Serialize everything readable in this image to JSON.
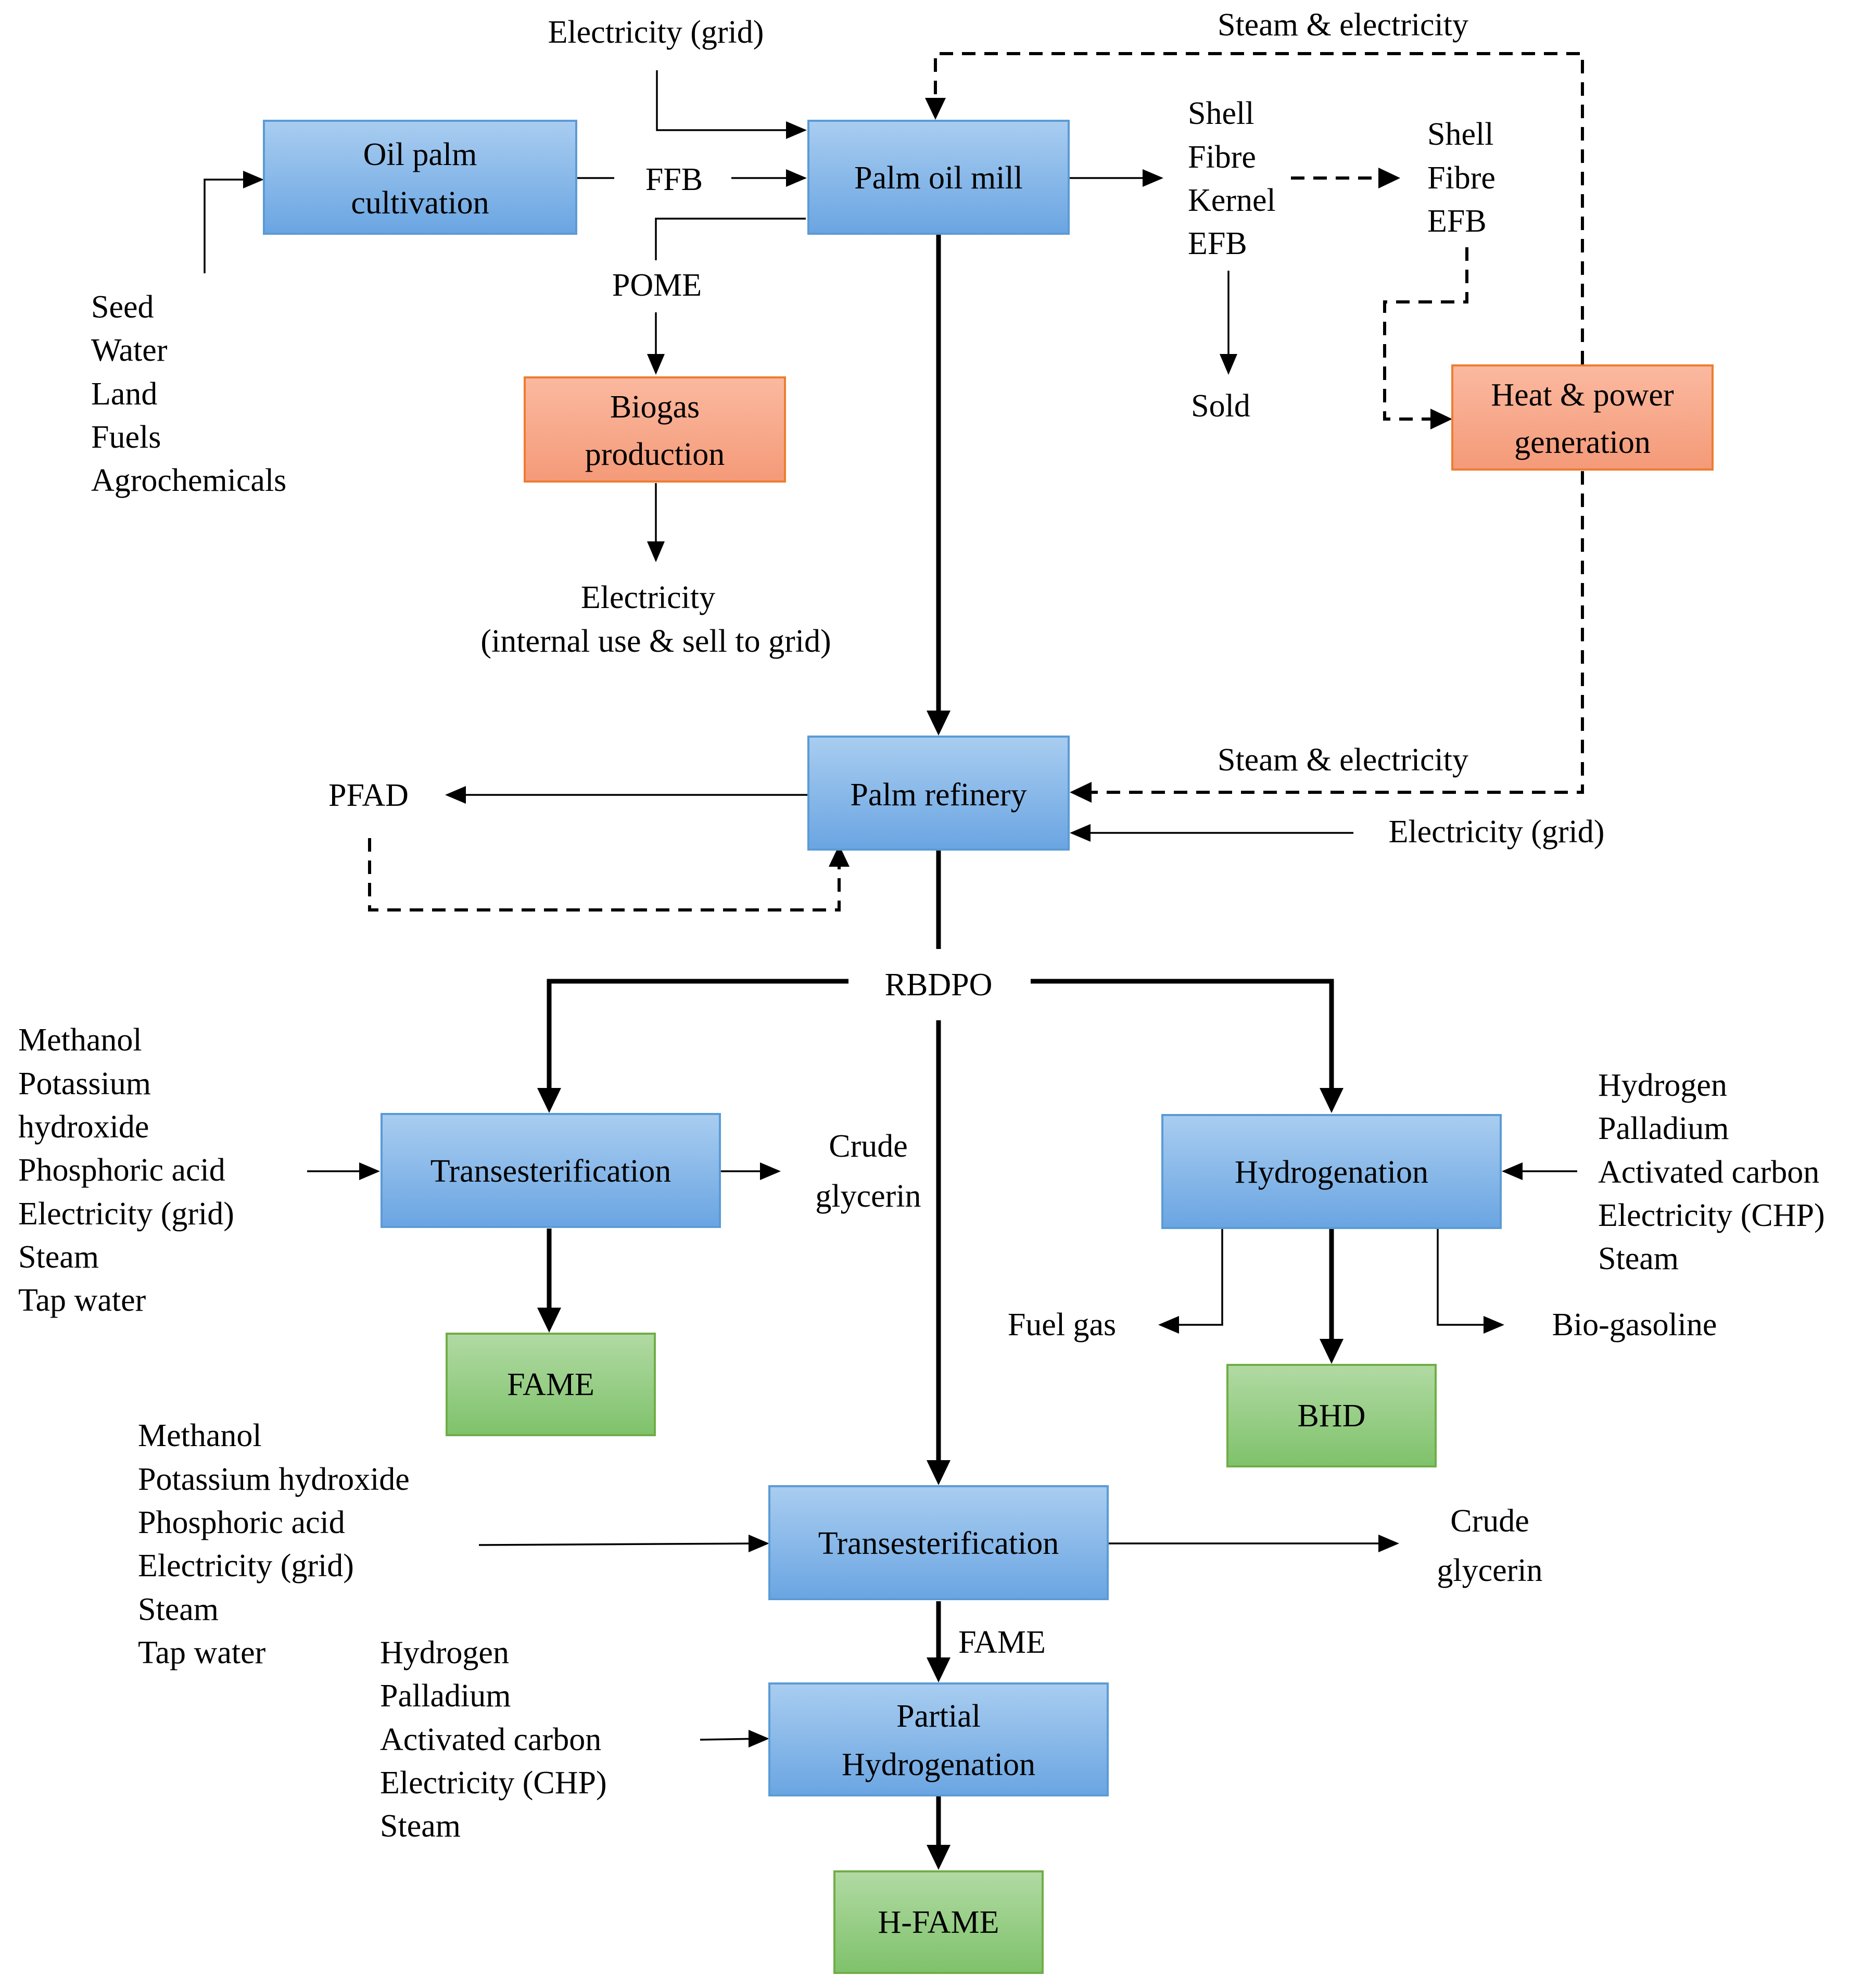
{
  "boxes": {
    "oil_palm_cultivation": [
      "Oil palm",
      "cultivation"
    ],
    "palm_oil_mill": "Palm oil mill",
    "biogas_production": [
      "Biogas",
      "production"
    ],
    "heat_power_generation": [
      "Heat & power",
      "generation"
    ],
    "palm_refinery": "Palm refinery",
    "transesterification_1": "Transesterification",
    "hydrogenation": "Hydrogenation",
    "fame_product": "FAME",
    "bhd_product": "BHD",
    "transesterification_2": "Transesterification",
    "partial_hydrogenation": [
      "Partial",
      "Hydrogenation"
    ],
    "hfame_product": "H-FAME"
  },
  "labels": {
    "electricity_grid_top": "Electricity (grid)",
    "steam_electricity_top": "Steam & electricity",
    "ffb": "FFB",
    "pome": "POME",
    "cultivation_inputs": [
      "Seed",
      "Water",
      "Land",
      "Fuels",
      "Agrochemicals"
    ],
    "mill_outputs": [
      "Shell",
      "Fibre",
      "Kernel",
      "EFB"
    ],
    "chp_fuels": [
      "Shell",
      "Fibre",
      "EFB"
    ],
    "sold": "Sold",
    "biogas_electricity": [
      "Electricity",
      "(internal use & sell to grid)"
    ],
    "pfad": "PFAD",
    "steam_electricity_refinery": "Steam & electricity",
    "electricity_grid_refinery": "Electricity (grid)",
    "rbdpo": "RBDPO",
    "trans1_inputs": [
      "Methanol",
      "Potassium",
      "hydroxide",
      "Phosphoric acid",
      "Electricity (grid)",
      "Steam",
      "Tap water"
    ],
    "crude_glycerin_1": [
      "Crude",
      "glycerin"
    ],
    "hydro_inputs": [
      "Hydrogen",
      "Palladium",
      "Activated carbon",
      "Electricity (CHP)",
      "Steam"
    ],
    "fuel_gas": "Fuel gas",
    "bio_gasoline": "Bio-gasoline",
    "trans2_inputs": [
      "Methanol",
      "Potassium hydroxide",
      "Phosphoric acid",
      "Electricity (grid)",
      "Steam",
      "Tap water"
    ],
    "crude_glycerin_2": [
      "Crude",
      "glycerin"
    ],
    "fame_intermediate": "FAME",
    "partial_hydro_inputs": [
      "Hydrogen",
      "Palladium",
      "Activated carbon",
      "Electricity (CHP)",
      "Steam"
    ]
  }
}
